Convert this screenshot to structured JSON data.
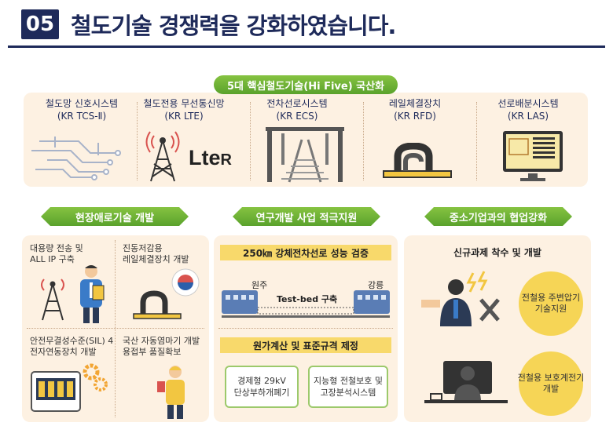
{
  "header": {
    "number": "05",
    "title": "철도기술 경쟁력을 강화하였습니다."
  },
  "five": {
    "label": "5대 핵심철도기술(Hi Five) 국산화",
    "items": [
      {
        "name": "철도망 신호시스템",
        "code": "(KR TCS-Ⅱ)"
      },
      {
        "name": "철도전용 무선통신망",
        "code": "(KR LTE)"
      },
      {
        "name": "전차선로시스템",
        "code": "(KR ECS)"
      },
      {
        "name": "레일체결장치",
        "code": "(KR RFD)"
      },
      {
        "name": "선로배분시스템",
        "code": "(KR LAS)"
      }
    ],
    "lte_logo": "Lte",
    "lte_r": "R"
  },
  "sections": {
    "field": {
      "label": "현장애로기술 개발",
      "c1": "대용량 전송 및\nALL IP 구축",
      "c2": "진동저감용\n레일체결장치 개발",
      "c3": "안전무결성수준(SIL) 4\n전자연동장치 개발",
      "c4": "국산 자동염마기 개발\n용접부 품질확보"
    },
    "research": {
      "label": "연구개발 사업 적극지원",
      "test_title": "250㎞ 강체전차선로 성능 검증",
      "city_left": "원주",
      "city_right": "강릉",
      "testbed": "Test-bed 구축",
      "std_title": "원가계산 및 표준규격 제정",
      "box1": "경제형 29kV\n단상부하개폐기",
      "box2": "지능형 전철보호 및\n고장분석시스템"
    },
    "sme": {
      "label": "중소기업과의 협업강화",
      "title": "신규과제 착수 및 개발",
      "circle1": "전철용 주변압기\n기술지원",
      "circle2": "전철용 보호계전기\n개발"
    }
  },
  "colors": {
    "navy": "#1e2a5a",
    "green": "#6fb236",
    "panel": "#fdf1e2",
    "yellow": "#f8d96b"
  }
}
